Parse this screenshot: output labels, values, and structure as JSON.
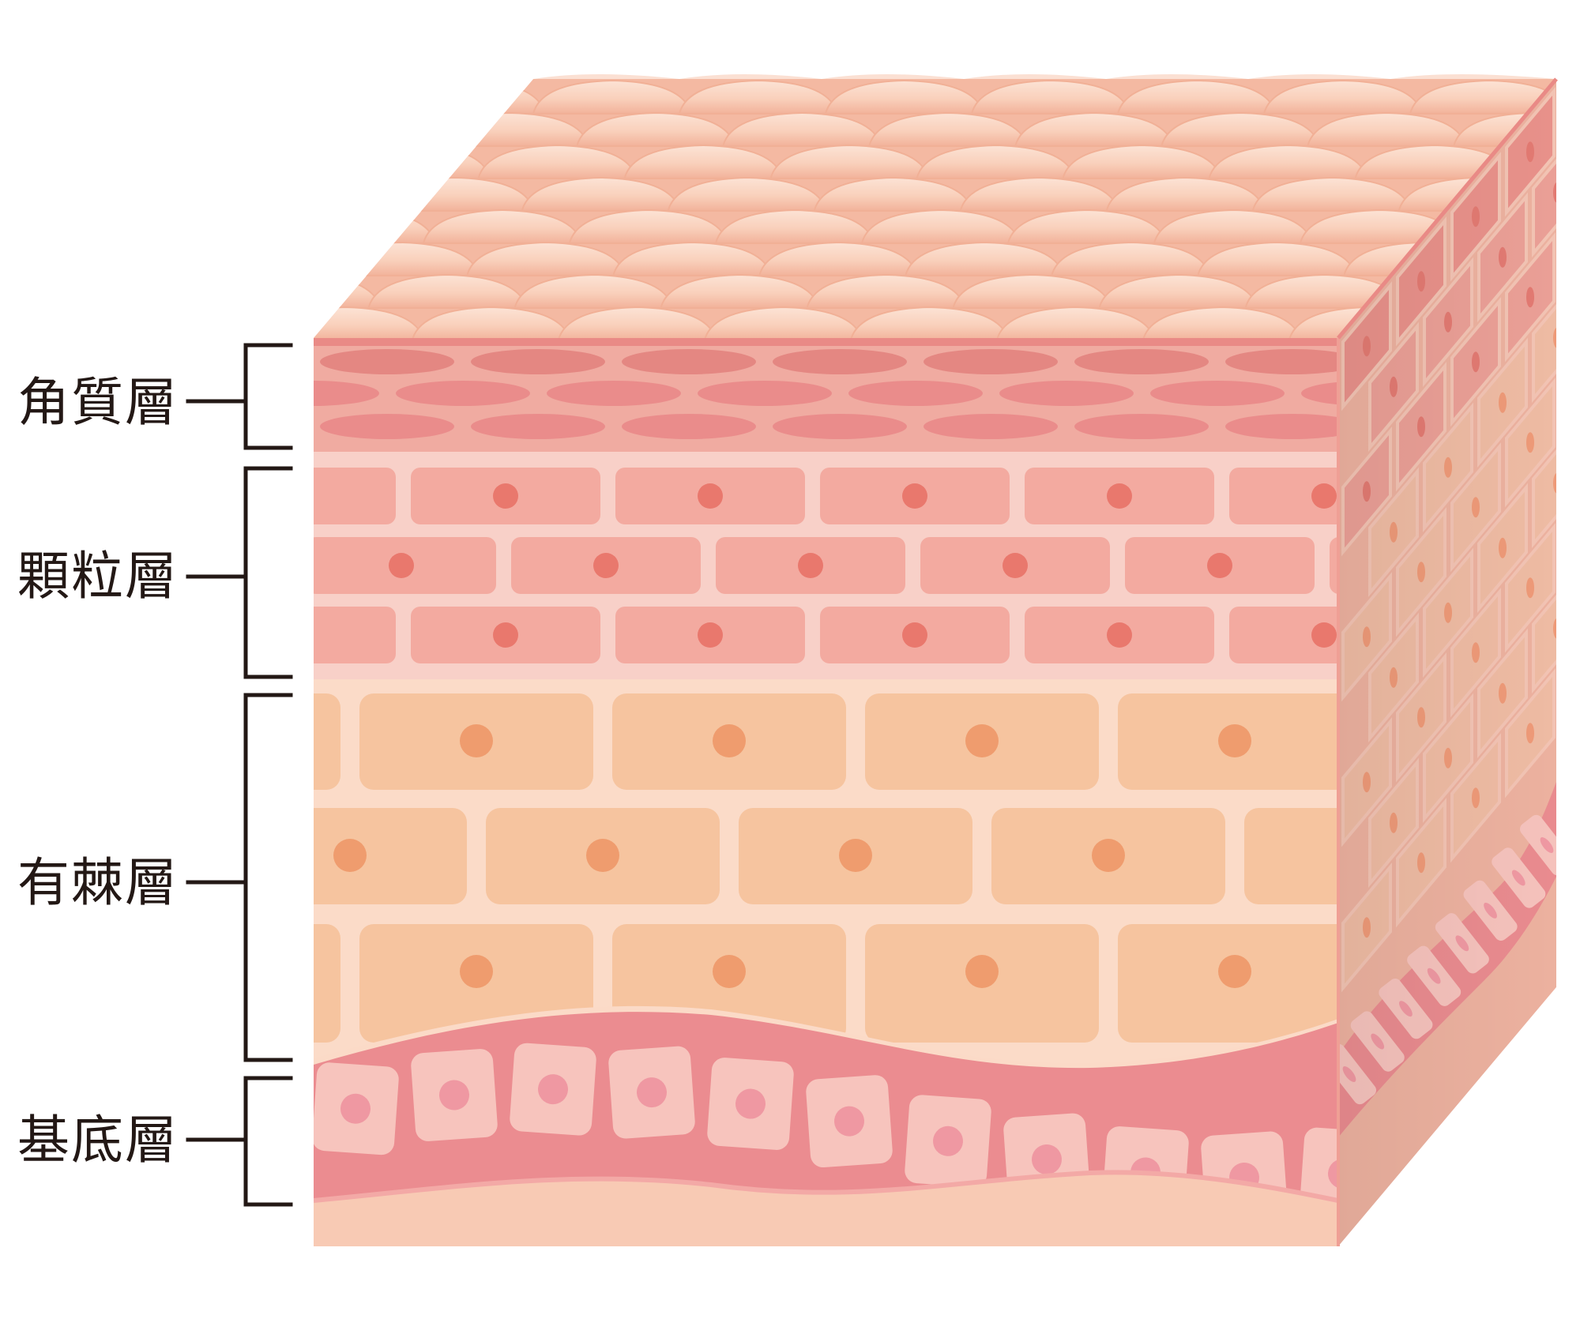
{
  "diagram": {
    "labels": [
      {
        "id": "stratum-corneum",
        "text": "角質層"
      },
      {
        "id": "stratum-granulosum",
        "text": "顆粒層"
      },
      {
        "id": "stratum-spinosum",
        "text": "有棘層"
      },
      {
        "id": "stratum-basale",
        "text": "基底層"
      }
    ],
    "colors": {
      "top_surface": "#f7c4ab",
      "top_cell_highlight": "#fce0d1",
      "corneum_bg": "#f0a9a0",
      "corneum_cell_dark": "#e48782",
      "corneum_cell_mid": "#ea8c8b",
      "granulosum_bg": "#f8cfc7",
      "granulosum_cell": "#f3aaa0",
      "granulosum_nucleus": "#e9786d",
      "spinosum_bg": "#fbdac7",
      "spinosum_cell": "#f6c49f",
      "spinosum_nucleus": "#ef9c6e",
      "basale_membrane": "#eb8b8f",
      "basale_cell": "#f7c4bd",
      "basale_nucleus": "#ef98a2",
      "dermis": "#f8c9b3",
      "side_face": "#ecae9c",
      "bracket_line": "#231815"
    }
  }
}
